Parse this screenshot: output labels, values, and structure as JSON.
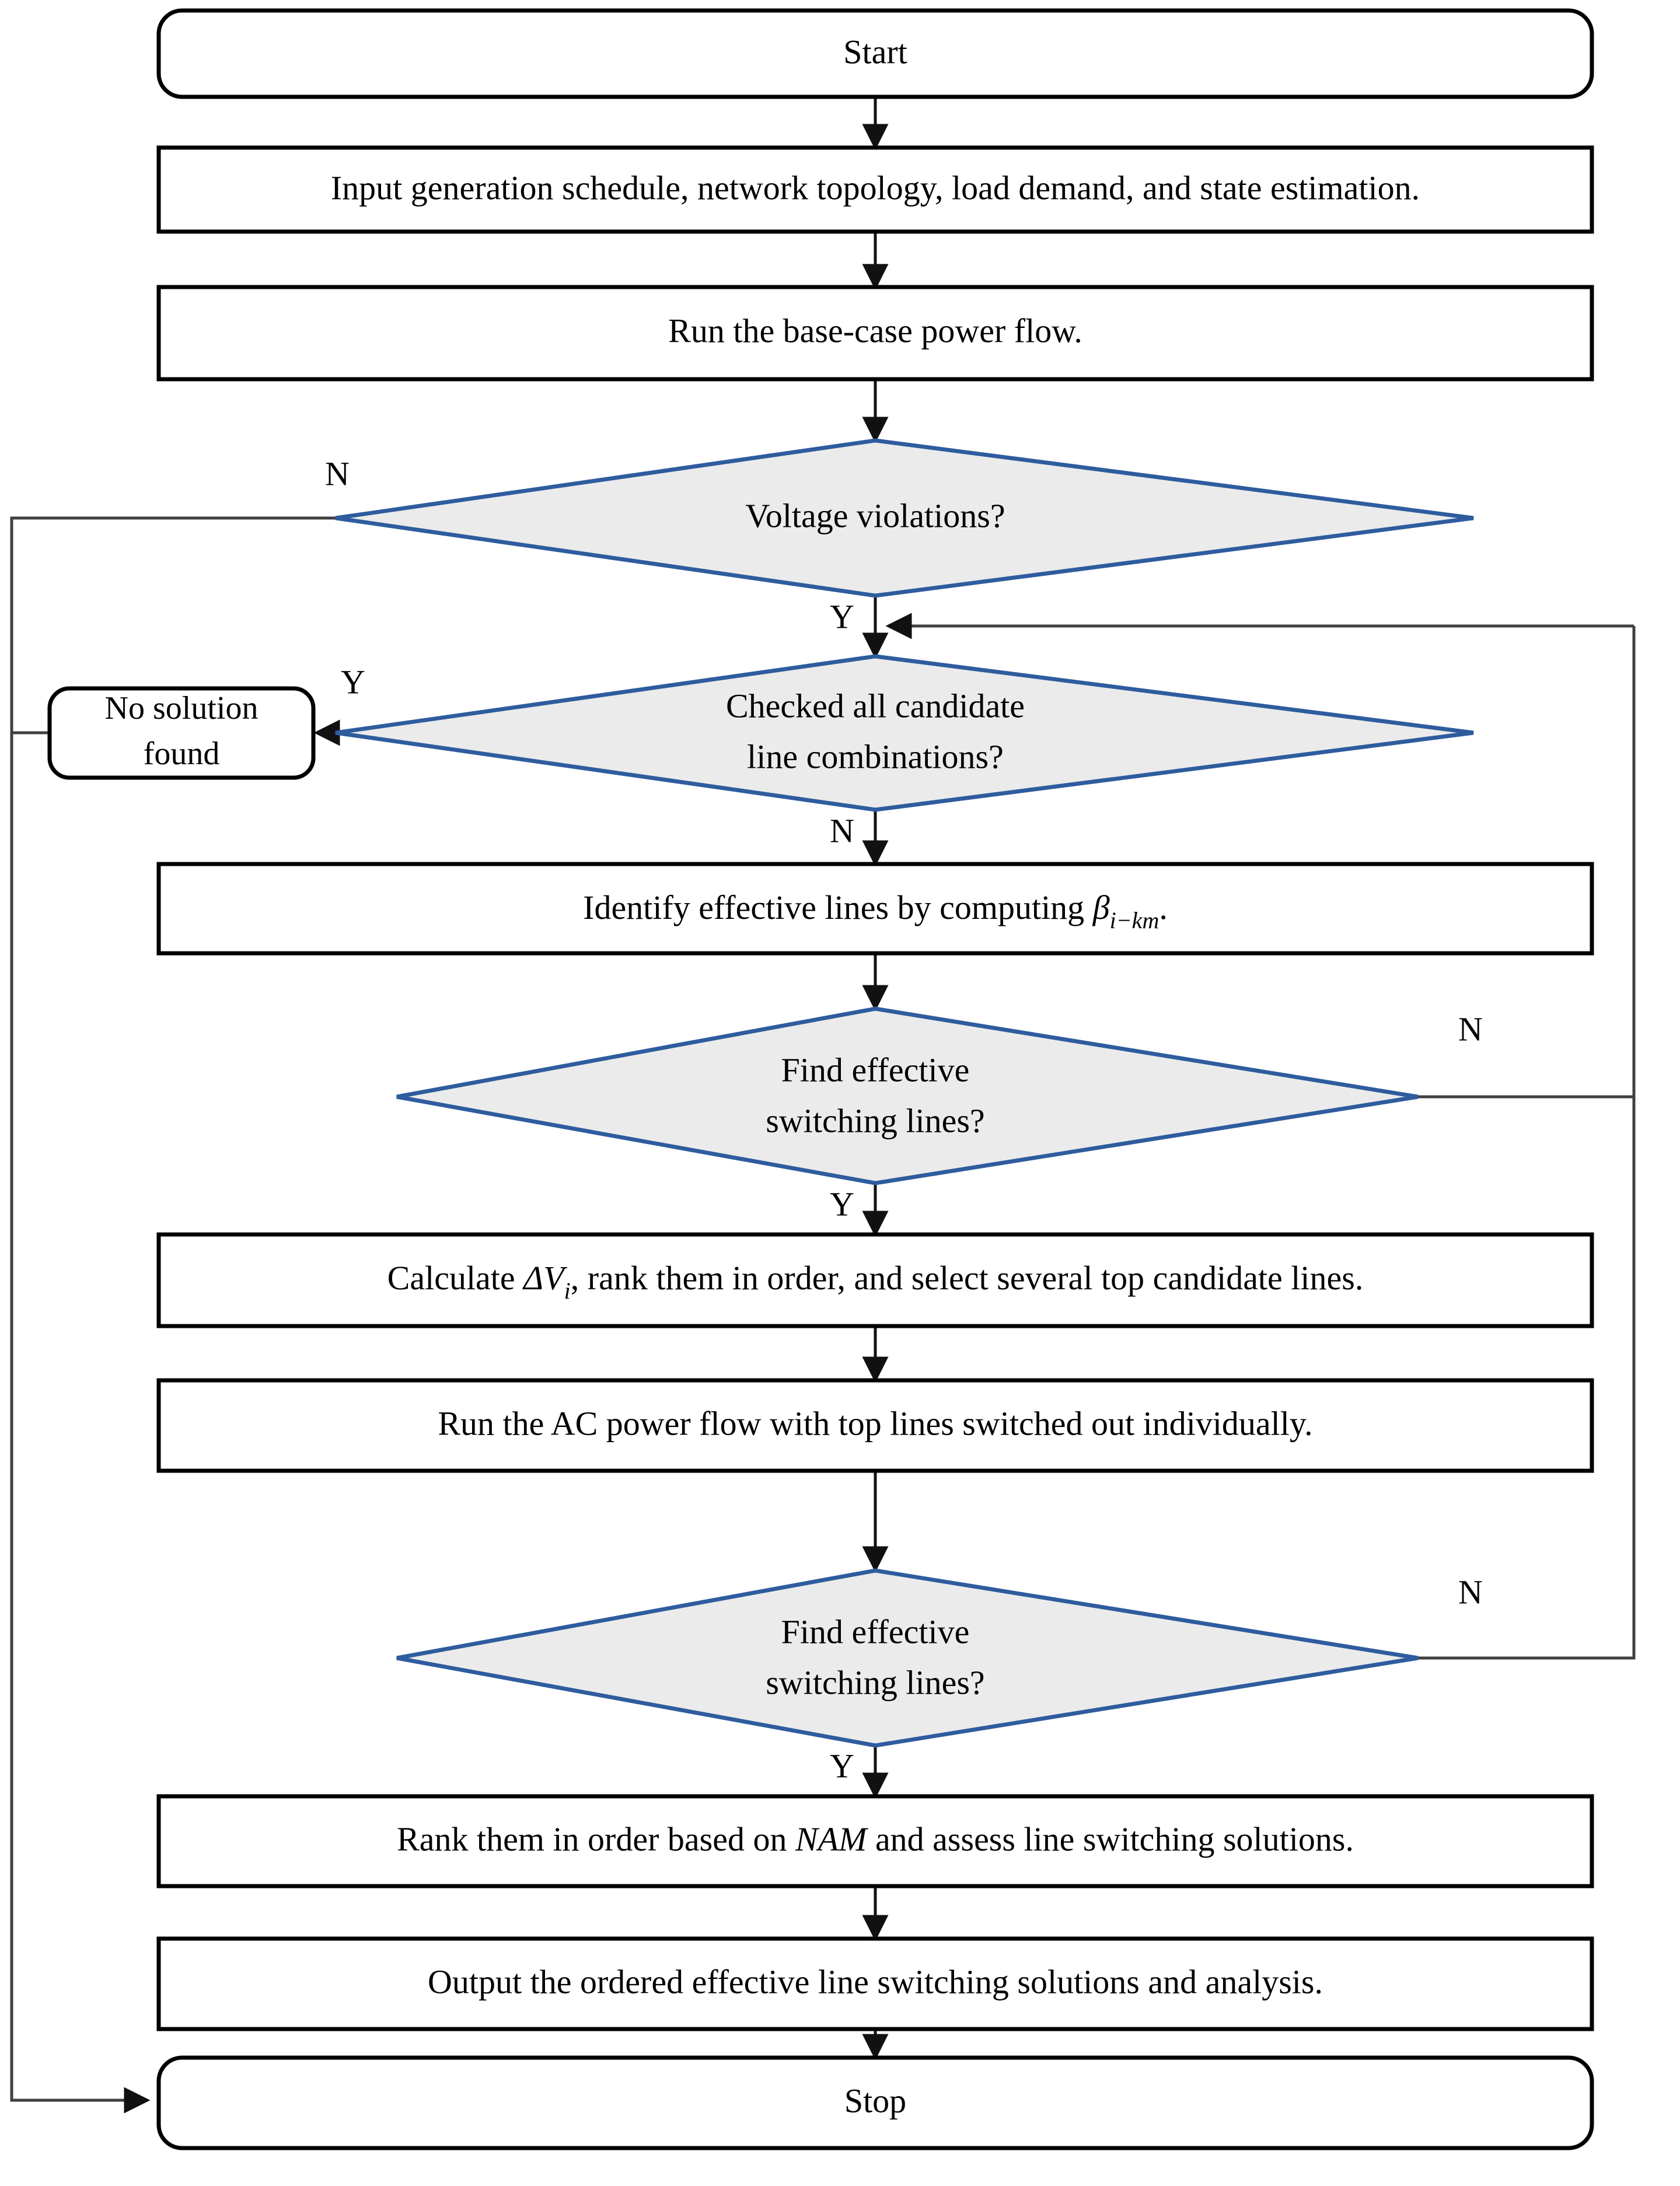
{
  "diagram": {
    "title": "Line switching for voltage violation mitigation flowchart",
    "accent_blue": "#2E5C9E",
    "diamond_fill": "#EBEBEB",
    "node_fill": "#FFFFFF",
    "stroke": "#000000"
  },
  "nodes": {
    "start": {
      "id": "start",
      "shape": "terminator",
      "label": "Start"
    },
    "input": {
      "id": "input",
      "shape": "process",
      "label": "Input generation schedule, network topology, load demand, and state estimation."
    },
    "base_case": {
      "id": "base_case",
      "shape": "process",
      "label": "Run the base-case power flow."
    },
    "voltage_violations": {
      "id": "voltage_violations",
      "shape": "decision",
      "label": "Voltage violations?"
    },
    "checked_all": {
      "id": "checked_all",
      "shape": "decision",
      "label_line1": "Checked all candidate",
      "label_line2": "line combinations?"
    },
    "no_solution": {
      "id": "no_solution",
      "shape": "terminator",
      "label_line1": "No solution",
      "label_line2": "found"
    },
    "identify_lines": {
      "id": "identify_lines",
      "shape": "process",
      "label_prefix": "Identify effective lines by computing ",
      "symbol": "β",
      "symbol_subscript": "i−km",
      "label_suffix": "."
    },
    "find_effective_1": {
      "id": "find_effective_1",
      "shape": "decision",
      "label_line1": "Find effective",
      "label_line2": "switching lines?"
    },
    "calculate_dv": {
      "id": "calculate_dv",
      "shape": "process",
      "label_prefix": "Calculate ",
      "symbol": "ΔV",
      "symbol_subscript": "i",
      "label_suffix": ", rank them in order, and select several top candidate lines."
    },
    "run_ac": {
      "id": "run_ac",
      "shape": "process",
      "label": "Run the AC power flow with top lines switched out individually."
    },
    "find_effective_2": {
      "id": "find_effective_2",
      "shape": "decision",
      "label_line1": "Find effective",
      "label_line2": "switching lines?"
    },
    "rank_nam": {
      "id": "rank_nam",
      "shape": "process",
      "label_prefix": "Rank them in order based on ",
      "symbol": "NAM",
      "label_suffix": " and assess line switching solutions."
    },
    "output": {
      "id": "output",
      "shape": "process",
      "label": "Output the ordered effective line switching solutions and analysis."
    },
    "stop": {
      "id": "stop",
      "shape": "terminator",
      "label": "Stop"
    }
  },
  "branch_labels": {
    "voltage_violations_no": "N",
    "voltage_violations_yes": "Y",
    "checked_all_yes": "Y",
    "checked_all_no": "N",
    "find_effective_1_no": "N",
    "find_effective_1_yes": "Y",
    "find_effective_2_no": "N",
    "find_effective_2_yes": "Y"
  },
  "edges": [
    {
      "from": "start",
      "to": "input",
      "label": ""
    },
    {
      "from": "input",
      "to": "base_case",
      "label": ""
    },
    {
      "from": "base_case",
      "to": "voltage_violations",
      "label": ""
    },
    {
      "from": "voltage_violations",
      "to": "stop",
      "label": "N"
    },
    {
      "from": "voltage_violations",
      "to": "checked_all",
      "label": "Y"
    },
    {
      "from": "checked_all",
      "to": "no_solution",
      "label": "Y"
    },
    {
      "from": "no_solution",
      "to": "stop",
      "label": ""
    },
    {
      "from": "checked_all",
      "to": "identify_lines",
      "label": "N"
    },
    {
      "from": "identify_lines",
      "to": "find_effective_1",
      "label": ""
    },
    {
      "from": "find_effective_1",
      "to": "checked_all",
      "label": "N"
    },
    {
      "from": "find_effective_1",
      "to": "calculate_dv",
      "label": "Y"
    },
    {
      "from": "calculate_dv",
      "to": "run_ac",
      "label": ""
    },
    {
      "from": "run_ac",
      "to": "find_effective_2",
      "label": ""
    },
    {
      "from": "find_effective_2",
      "to": "checked_all",
      "label": "N"
    },
    {
      "from": "find_effective_2",
      "to": "rank_nam",
      "label": "Y"
    },
    {
      "from": "rank_nam",
      "to": "output",
      "label": ""
    },
    {
      "from": "output",
      "to": "stop",
      "label": ""
    }
  ]
}
